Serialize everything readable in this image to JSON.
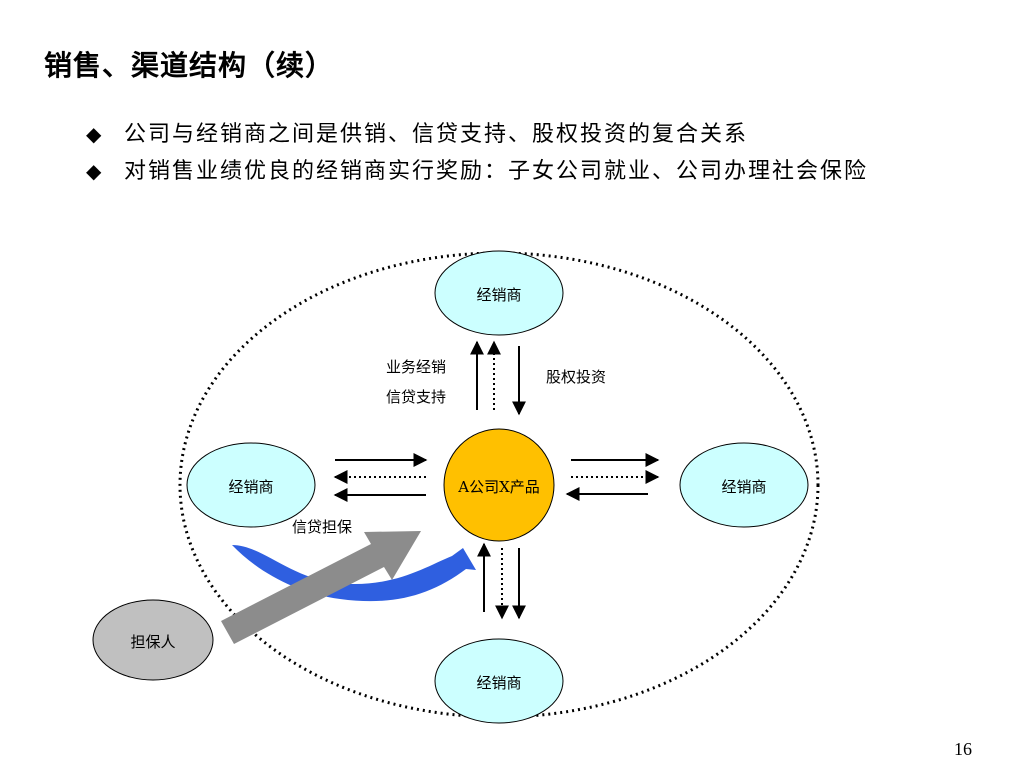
{
  "slide": {
    "title": "销售、渠道结构（续）",
    "bullets": [
      "公司与经销商之间是供销、信贷支持、股权投资的复合关系",
      "对销售业绩优良的经销商实行奖励：子女公司就业、公司办理社会保险"
    ],
    "bullet_marker": "◆",
    "page_number": "16"
  },
  "diagram": {
    "center_node": "A公司X产品",
    "dealer_top": "经销商",
    "dealer_left": "经销商",
    "dealer_right": "经销商",
    "dealer_bottom": "经销商",
    "guarantor": "担保人",
    "label_business": "业务经销",
    "label_credit_support": "信贷支持",
    "label_equity": "股权投资",
    "label_credit_guarantee": "信贷担保",
    "colors": {
      "center_fill": "#FFC000",
      "dealer_fill": "#CCFFFF",
      "guarantor_fill": "#C0C0C0",
      "blue_arrow": "#2F5FE0",
      "gray_arrow": "#8C8C8C"
    }
  }
}
